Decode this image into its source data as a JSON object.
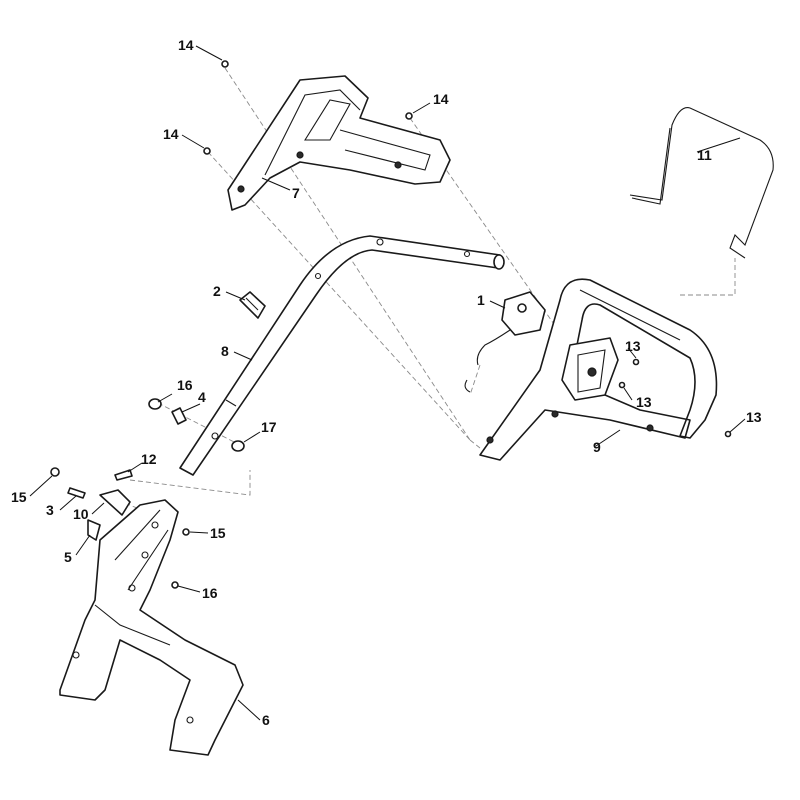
{
  "diagram": {
    "callouts": [
      {
        "id": "c1",
        "label": "1"
      },
      {
        "id": "c2",
        "label": "2"
      },
      {
        "id": "c3",
        "label": "3"
      },
      {
        "id": "c4",
        "label": "4"
      },
      {
        "id": "c5",
        "label": "5"
      },
      {
        "id": "c6",
        "label": "6"
      },
      {
        "id": "c7",
        "label": "7"
      },
      {
        "id": "c8",
        "label": "8"
      },
      {
        "id": "c9",
        "label": "9"
      },
      {
        "id": "c10",
        "label": "10"
      },
      {
        "id": "c11",
        "label": "11"
      },
      {
        "id": "c12",
        "label": "12"
      },
      {
        "id": "c13a",
        "label": "13"
      },
      {
        "id": "c13b",
        "label": "13"
      },
      {
        "id": "c13c",
        "label": "13"
      },
      {
        "id": "c14a",
        "label": "14"
      },
      {
        "id": "c14b",
        "label": "14"
      },
      {
        "id": "c14c",
        "label": "14"
      },
      {
        "id": "c15a",
        "label": "15"
      },
      {
        "id": "c15b",
        "label": "15"
      },
      {
        "id": "c16a",
        "label": "16"
      },
      {
        "id": "c16b",
        "label": "16"
      },
      {
        "id": "c17",
        "label": "17"
      }
    ]
  }
}
